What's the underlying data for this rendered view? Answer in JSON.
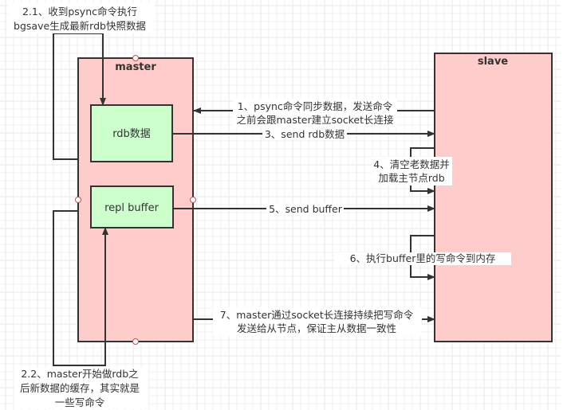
{
  "diagram": {
    "colors": {
      "node_fill": "#ffcccc",
      "inner_fill": "#ccffcc",
      "stroke": "#333333",
      "grid": "#ececec",
      "port_stroke": "#b85450"
    },
    "nodes": {
      "master": {
        "label": "master"
      },
      "slave": {
        "label": "slave"
      },
      "rdb": {
        "label": "rdb数据"
      },
      "repl_buffer": {
        "label": "repl buffer"
      }
    },
    "edges": {
      "e1": {
        "label_line1": "1、psync命令同步数据，发送命令",
        "label_line2": "之前会跟master建立socket长连接"
      },
      "e21": {
        "label_line1": "2.1、收到psync命令执行",
        "label_line2": "bgsave生成最新rdb快照数据"
      },
      "e22": {
        "label_line1": "2.2、master开始做rdb之",
        "label_line2": "后新数据的缓存，其实就是",
        "label_line3": "一些写命令"
      },
      "e3": {
        "label": "3、send rdb数据"
      },
      "e4": {
        "label_line1": "4、清空老数据并",
        "label_line2": "加载主节点rdb"
      },
      "e5": {
        "label": "5、send buffer"
      },
      "e6": {
        "label": "6、执行buffer里的写命令到内存"
      },
      "e7": {
        "label_line1": "7、master通过socket长连接持续把写命令",
        "label_line2": "发送给从节点，保证主从数据一致性"
      }
    }
  }
}
